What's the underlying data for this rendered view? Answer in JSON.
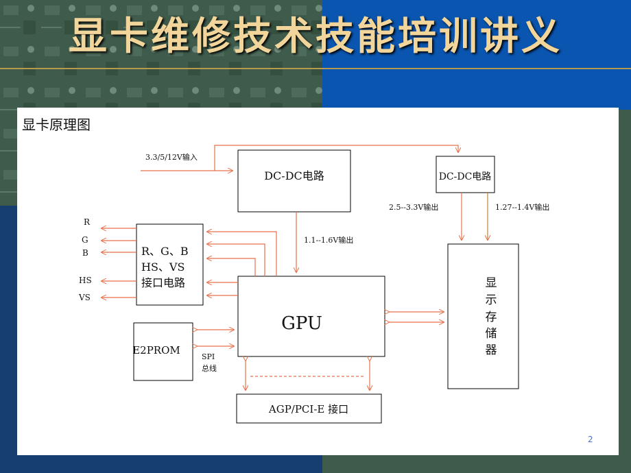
{
  "slide": {
    "title": "显卡维修技术技能培训讲义",
    "diagram_title": "显卡原理图",
    "page_number": "2"
  },
  "diagram": {
    "input_label": "3.3/5/12V输入",
    "dcdc_main_label": "DC-DC电路",
    "dcdc_small_label": "DC-DC电路",
    "out_25_33_label": "2.5--3.3V输出",
    "out_127_14_label": "1.27--1.4V输出",
    "out_11_16_label": "1.1--1.6V输出",
    "rgb_block_lines": [
      "R、G、B",
      "HS、VS",
      "接口电路"
    ],
    "signals": [
      "R",
      "G",
      "B",
      "HS",
      "VS"
    ],
    "gpu_label": "GPU",
    "e2prom_label": "E2PROM",
    "spi_label_lines": [
      "SPI",
      "总线"
    ],
    "memory_label_chars": [
      "显",
      "示",
      "存",
      "储",
      "器"
    ],
    "bus_label": "AGP/PCI-E 接口",
    "colors": {
      "arrow": "#e8704a",
      "box": "#000000"
    }
  }
}
